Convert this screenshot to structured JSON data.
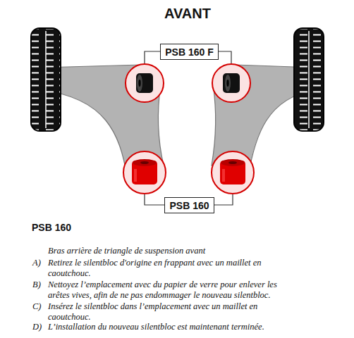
{
  "diagram": {
    "title": "AVANT",
    "nodes": [
      {
        "text": [
          "PSB 160 F"
        ]
      },
      {
        "text": [
          "PSB 160"
        ]
      }
    ],
    "labels": [
      "PSB 160",
      "Bras arrière de triangle de suspension avant",
      "A)",
      "Retirez le silentbloc d'origine en frappant avec un maillet en caoutchouc.",
      "B)",
      "Nettoyez l’emplacement avec du papier de verre pour enlever les arêtes vives, afin de ne pas endommager le nouveau silentbloc.",
      "C)",
      "Insérez le silentbloc dans l’emplacement avec un maillet en caoutchouc.",
      "D)",
      "L’installation du nouveau silentbloc est maintenant terminée."
    ]
  }
}
